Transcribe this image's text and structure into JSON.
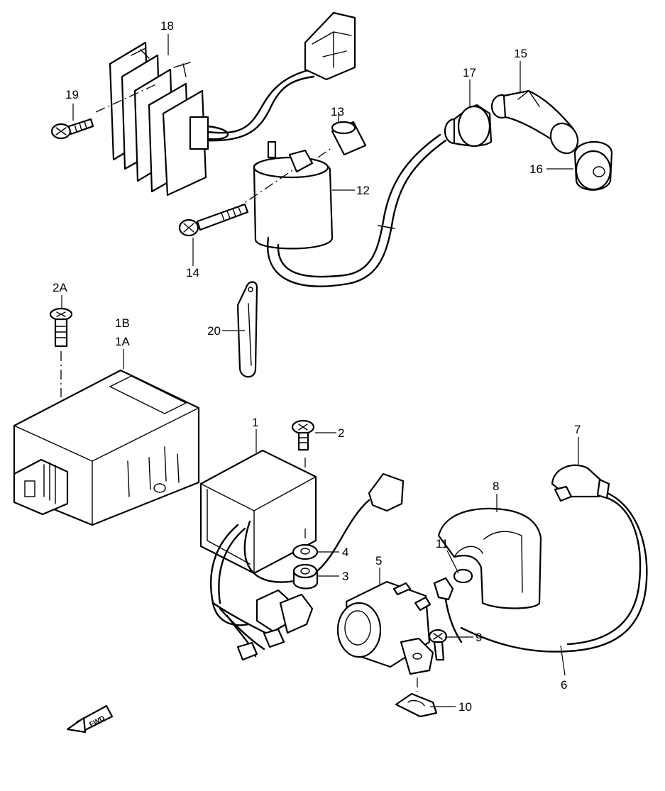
{
  "callouts": {
    "c1": "1",
    "c1A": "1A",
    "c1B": "1B",
    "c2": "2",
    "c2A": "2A",
    "c3": "3",
    "c4": "4",
    "c5": "5",
    "c6": "6",
    "c7": "7",
    "c8": "8",
    "c9": "9",
    "c10": "10",
    "c11": "11",
    "c12": "12",
    "c13": "13",
    "c14": "14",
    "c15": "15",
    "c16": "16",
    "c17": "17",
    "c18": "18",
    "c19": "19",
    "c20": "20"
  },
  "direction_badge": {
    "label": "FWD"
  }
}
